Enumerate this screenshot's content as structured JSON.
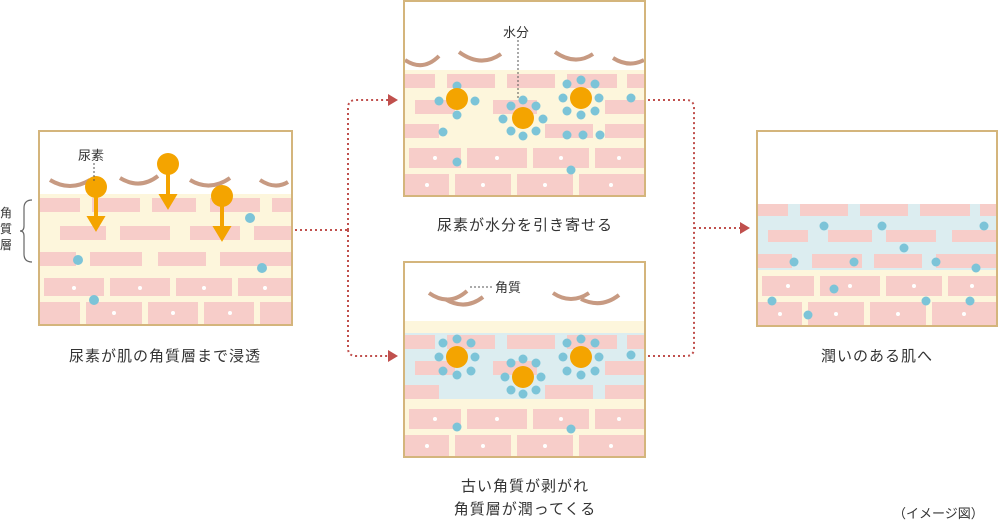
{
  "labels": {
    "urea": "尿素",
    "water": "水分",
    "stratum_corneum": "角質",
    "layer_char1": "角",
    "layer_char2": "質",
    "layer_char3": "層"
  },
  "captions": {
    "step1": "尿素が肌の角質層まで浸透",
    "step2a": "尿素が水分を引き寄せる",
    "step2b_line1": "古い角質が剥がれ",
    "step2b_line2": "角質層が潤ってくる",
    "result": "潤いのある肌へ"
  },
  "note": "（イメージ図）",
  "colors": {
    "panel_border": "#d4b57c",
    "brick": "#f7cdc9",
    "skin_bg": "#fdf6dc",
    "urea": "#f4a400",
    "water": "#7cc4d8",
    "arrow": "#c0504d"
  }
}
